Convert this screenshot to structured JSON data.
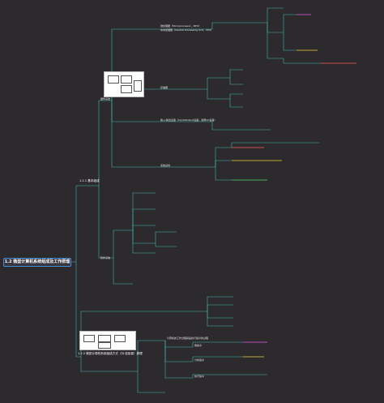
{
  "root": {
    "title": "1.2 微型计算机系统组成及工作原理"
  },
  "branch_1": {
    "title": "1.2.1 基本组成",
    "hardware": {
      "title": "硬件系统"
    },
    "software": {
      "title": "软件系统"
    },
    "cpu_line_1": "微处理器（Microprocessor，MPU）",
    "cpu_line_2": "中央处理器（Central Processing Unit，CPU）",
    "memory": "存储器",
    "io": "输入/输出设备（Input/Output设备，简称I/O设备）",
    "bus": "系统总线"
  },
  "branch_2": {
    "title": "1.2.2 微型计算机系统组成方式（冯·诺依曼）原理",
    "instruction": "计算机的工作过程就是执行指令的过程",
    "fetch": "取指令",
    "decode": "分析指令",
    "execute": "执行指令"
  },
  "colors": {
    "background": "#2d2a2e",
    "root_border": "#3e8fd6",
    "connector": "#3fb5b0",
    "highlight_red": "#ff5a5a",
    "highlight_yellow": "#f3d23a",
    "highlight_magenta": "#e05be6",
    "highlight_green": "#4fd66b"
  }
}
